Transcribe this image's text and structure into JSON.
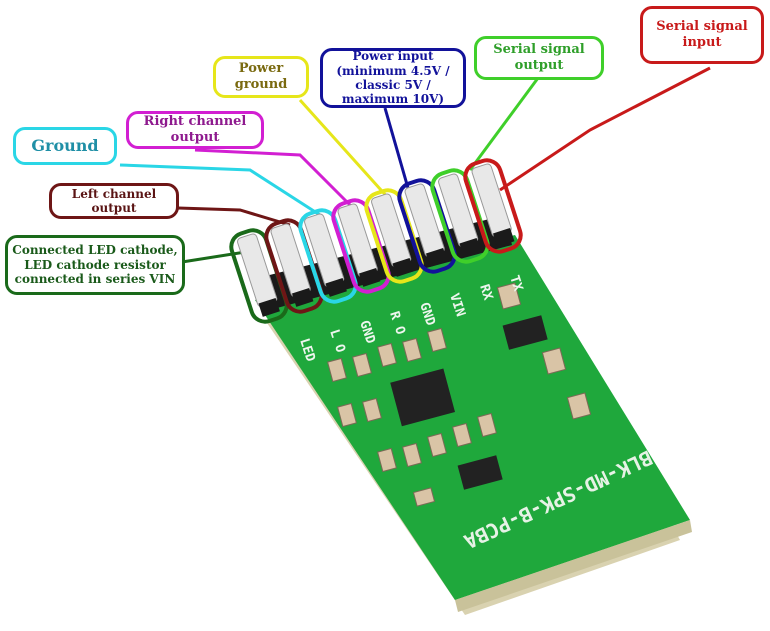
{
  "labels": [
    {
      "id": "serial-signal-input",
      "text": "Serial signal input",
      "color": "#c81a1a"
    },
    {
      "id": "serial-signal-output",
      "text": "Serial signal output",
      "color": "#3fcf2a"
    },
    {
      "id": "power-input",
      "text": "Power input (minimum 4.5V / classic 5V / maximum 10V)",
      "color": "#12129a"
    },
    {
      "id": "power-ground",
      "text": "Power ground",
      "color": "#e6e61a"
    },
    {
      "id": "right-channel-output",
      "text": "Right channel output",
      "color": "#d21fd2"
    },
    {
      "id": "ground",
      "text": "Ground",
      "color": "#2ad6e6"
    },
    {
      "id": "left-channel-output",
      "text": "Left channel output",
      "color": "#6e1616"
    },
    {
      "id": "led-cathode",
      "text": "Connected LED cathode, LED cathode resistor connected in series VIN",
      "color": "#1a6a1a"
    }
  ],
  "board": {
    "pin_labels": [
      "LED",
      "L O",
      "GND",
      "R O",
      "GND",
      "VIN",
      "RX",
      "TX"
    ],
    "silkscreen": "BLK-MD-SPK-B-PCBA",
    "pcb_color": "#1fa83c"
  }
}
